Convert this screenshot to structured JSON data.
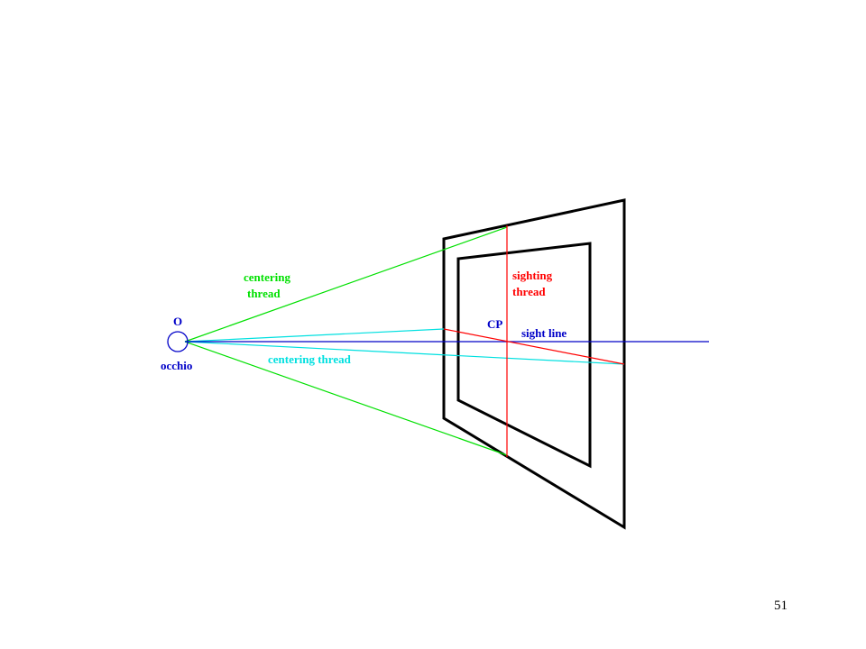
{
  "diagram": {
    "labels": {
      "eye_letter": "O",
      "eye_name": "occhio",
      "centering_upper_line1": "centering",
      "centering_upper_line2": "thread",
      "centering_lower": "centering thread",
      "sighting_line1": "sighting",
      "sighting_line2": "thread",
      "center_point": "CP",
      "sight_line": "sight line"
    },
    "colors": {
      "frame": "#000000",
      "centering_thread": "#00e000",
      "sight_rays": "#00e0e0",
      "sighting_thread": "#ff0000",
      "sight_line": "#0000c8",
      "eye": "#0000c8",
      "centering_label": "#00e000",
      "centering_lower_label": "#00e0e0",
      "sighting_label": "#ff0000",
      "blue_label": "#0000c8"
    }
  },
  "footer": {
    "page_number": "51"
  }
}
